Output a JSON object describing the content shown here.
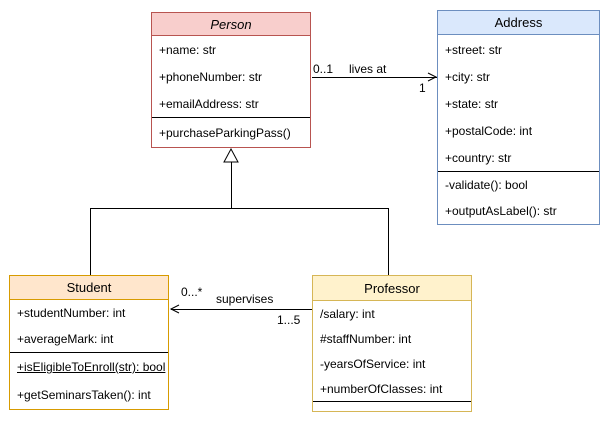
{
  "classes": {
    "person": {
      "title": "Person",
      "attributes": [
        "+name: str",
        "+phoneNumber: str",
        "+emailAddress: str"
      ],
      "methods": [
        "+purchaseParkingPass()"
      ],
      "header_color": "#f8cecc",
      "border_color": "#b85450"
    },
    "address": {
      "title": "Address",
      "attributes": [
        "+street: str",
        "+city: str",
        "+state: str",
        "+postalCode: int",
        "+country: str"
      ],
      "methods": [
        "-validate(): bool",
        "+outputAsLabel(): str"
      ],
      "header_color": "#dae8fc",
      "border_color": "#6c8ebf"
    },
    "student": {
      "title": "Student",
      "attributes": [
        "+studentNumber: int",
        "+averageMark: int"
      ],
      "methods": [
        "+isEligibleToEnroll(str): bool",
        "+getSeminarsTaken(): int"
      ],
      "header_color": "#ffe6cc",
      "border_color": "#d79b00"
    },
    "professor": {
      "title": "Professor",
      "attributes": [
        "/salary: int",
        "#staffNumber: int",
        "-yearsOfService: int",
        "+numberOfClasses: int"
      ],
      "methods": [],
      "header_color": "#fff2cc",
      "border_color": "#d6b656"
    }
  },
  "relationships": {
    "lives_at": {
      "label": "lives at",
      "person_multiplicity": "0..1",
      "address_multiplicity": "1"
    },
    "supervises": {
      "label": "supervises",
      "student_multiplicity": "0...*",
      "professor_multiplicity": "1...5"
    },
    "generalization": {
      "parent": "Person",
      "children": [
        "Student",
        "Professor"
      ]
    }
  }
}
